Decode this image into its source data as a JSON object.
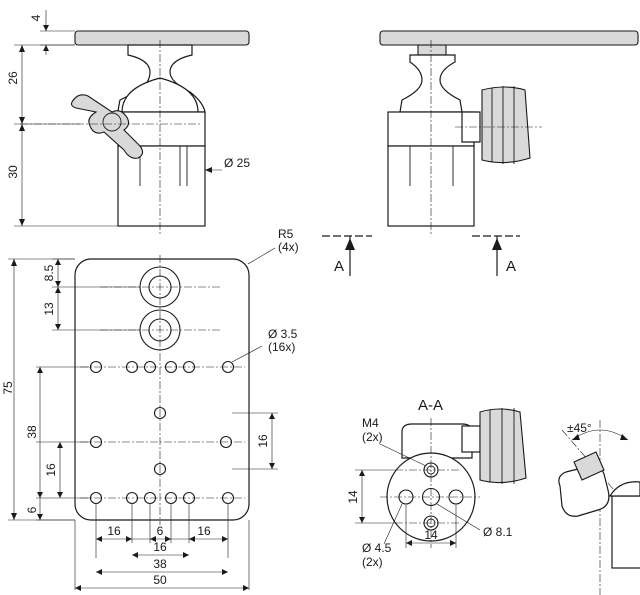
{
  "dimensions": {
    "plate_thickness": "4",
    "upper_height": "26",
    "lower_height": "30",
    "column_diameter": "Ø 25",
    "corner_radius": "R5",
    "corner_radius_count": "(4x)",
    "hole_dia": "Ø 3.5",
    "hole_count": "(16x)",
    "overall_height": "75",
    "top_spacing_1": "8.5",
    "top_spacing_2": "13",
    "vert_38": "38",
    "vert_16": "16",
    "vert_6": "6",
    "right_16": "16",
    "bottom_16_left": "16",
    "bottom_6": "6",
    "bottom_16_right": "16",
    "bottom_16_center": "16",
    "bottom_38": "38",
    "bottom_50": "50"
  },
  "section": {
    "marker_left": "A",
    "marker_right": "A",
    "title": "A-A",
    "m4_label": "M4",
    "m4_count": "(2x)",
    "dim_14_vert": "14",
    "dim_14_horiz": "14",
    "dia_81": "Ø 8.1",
    "dia_45": "Ø 4.5",
    "dia_45_count": "(2x)",
    "angle": "±45°"
  }
}
